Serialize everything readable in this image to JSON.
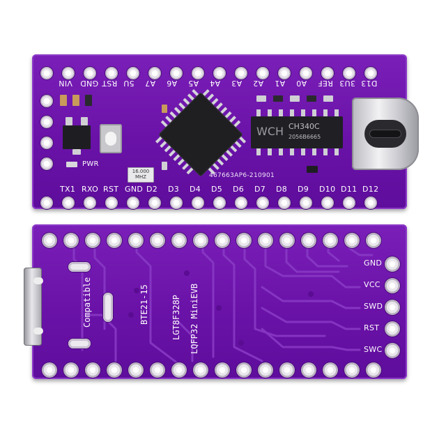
{
  "top_board": {
    "top_pin_labels": [
      "VIN",
      "GND",
      "RST",
      "5U",
      "A7",
      "A6",
      "A5",
      "A4",
      "A3",
      "A2",
      "A1",
      "A0",
      "REF",
      "3U3",
      "D13"
    ],
    "bottom_pin_labels": [
      "TX1",
      "RXO",
      "RST",
      "GND",
      "D2",
      "D3",
      "D4",
      "D5",
      "D6",
      "D7",
      "D8",
      "D9",
      "D10",
      "D11",
      "D12"
    ],
    "pwr_label": "PWR",
    "crystal_text": [
      "16.000",
      "MHZ"
    ],
    "ch340_logo": "WCH",
    "ch340_name": "CH340C",
    "ch340_code": "2056B6665",
    "mcu_code": "467663AP6-210901"
  },
  "bottom_board": {
    "side_labels": [
      "GND",
      "VCC",
      "SWD",
      "RST",
      "SWC"
    ],
    "silk_compatible": "Compatible",
    "silk_bte": "BTE21-15",
    "silk_lgt": "LGT8F328P",
    "silk_lqfp": "LQFP32 MiniEVB"
  },
  "colors": {
    "pcb_purple": "#6a12a8",
    "pad_silver": "#e7e2ea",
    "silkscreen": "#ffffff",
    "chip_black": "#1f1f22"
  }
}
